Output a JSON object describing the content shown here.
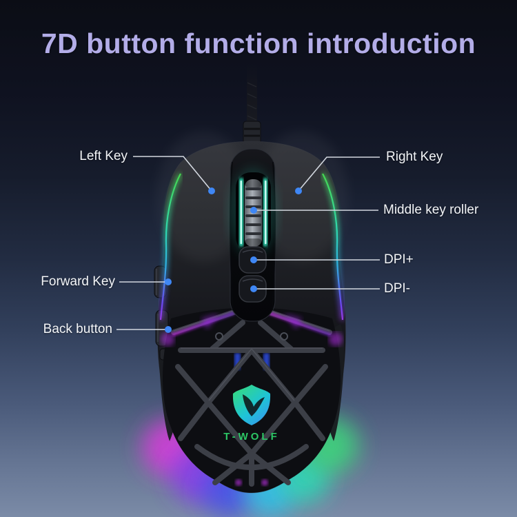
{
  "title": "7D button function introduction",
  "callouts": {
    "left_key": {
      "label": "Left Key"
    },
    "right_key": {
      "label": "Right Key"
    },
    "middle_roller": {
      "label": "Middle key roller"
    },
    "dpi_plus": {
      "label": "DPI+"
    },
    "dpi_minus": {
      "label": "DPI-"
    },
    "forward_key": {
      "label": "Forward Key"
    },
    "back_button": {
      "label": "Back button"
    }
  },
  "branding": {
    "logo_icon": "wolf-shield-logo",
    "logo_text": "T-WOLF"
  },
  "colors": {
    "title_text": "#b3ade8",
    "label_text": "#f3f5f8",
    "callout_line": "#d3d8e0",
    "callout_dot": "#3f87f5",
    "wheel_glow": "#35eec6",
    "logo_text_green": "#2ed06a",
    "rgb_strip": [
      "#46d84e",
      "#2fd8b0",
      "#2fb0e0",
      "#6a48f0",
      "#d828d8"
    ],
    "underglow": [
      "#e03ae0",
      "#8a3af0",
      "#4550f0",
      "#2bc8f0",
      "#2be0b8",
      "#3ae07a"
    ],
    "background_top": "#0b0d15",
    "background_bottom": "#7b8ba7"
  }
}
